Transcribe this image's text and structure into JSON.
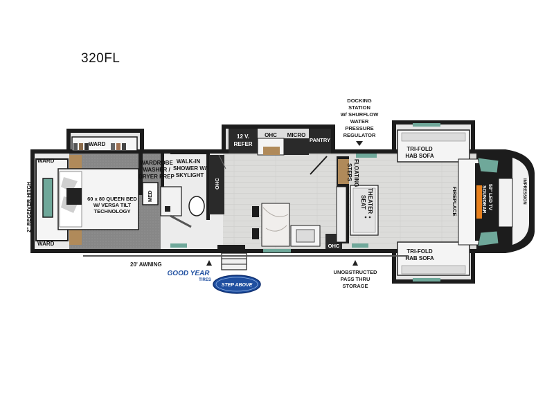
{
  "model": "320FL",
  "labels": {
    "ward_top": "WARD",
    "ward_left_top": "WARD",
    "ward_left_bottom": "WARD",
    "receiver_hitch": "2\" RECEIVER HITCH",
    "bed_line1": "60 x 80 QUEEN BED",
    "bed_line2": "W/ VERSA TILT",
    "bed_line3": "TECHNOLOGY",
    "wardrobe": "WARDROBE",
    "washer": "WASHER /",
    "dryer": "DRYER PREP",
    "med": "MED",
    "walkin1": "WALK-IN",
    "walkin2": "SHOWER W/",
    "walkin3": "SKYLIGHT",
    "ohc_bath": "OHC",
    "refer1": "12 V.",
    "refer2": "REFER",
    "ohc_kitchen": "OHC",
    "micro": "MICRO",
    "pantry": "PANTRY",
    "floating1": "FLOATING",
    "floating2": "STEPS",
    "theater1": "THEATER",
    "theater2": "SEAT",
    "ohc_bottom": "OHC",
    "sofa_top1": "TRI-FOLD",
    "sofa_top2": "HAB SOFA",
    "sofa_bottom1": "TRI-FOLD",
    "sofa_bottom2": "HAB SOFA",
    "fireplace": "FIREPLACE",
    "tv1": "50\" LED TV",
    "tv2": "SOUNDBAR",
    "brand_cap": "IMPRESSION"
  },
  "annotations": {
    "docking": [
      "DOCKING",
      "STATION",
      "W/ SHURFLOW",
      "WATER",
      "PRESSURE",
      "REGULATOR"
    ],
    "awning": "20' AWNING",
    "pass_thru": [
      "UNOBSTRUCTED",
      "PASS THRU",
      "STORAGE"
    ]
  },
  "logos": {
    "goodyear": "GOOD YEAR",
    "tires": "TIRES",
    "step_above": "STEP ABOVE"
  },
  "colors": {
    "wall": "#1c1c1c",
    "floor": "#d9d9d7",
    "bedroom_floor": "#8c8c8c",
    "wood": "#b08a5a",
    "fireplace": "#e8801c",
    "logo_blue": "#1f4fa0"
  }
}
